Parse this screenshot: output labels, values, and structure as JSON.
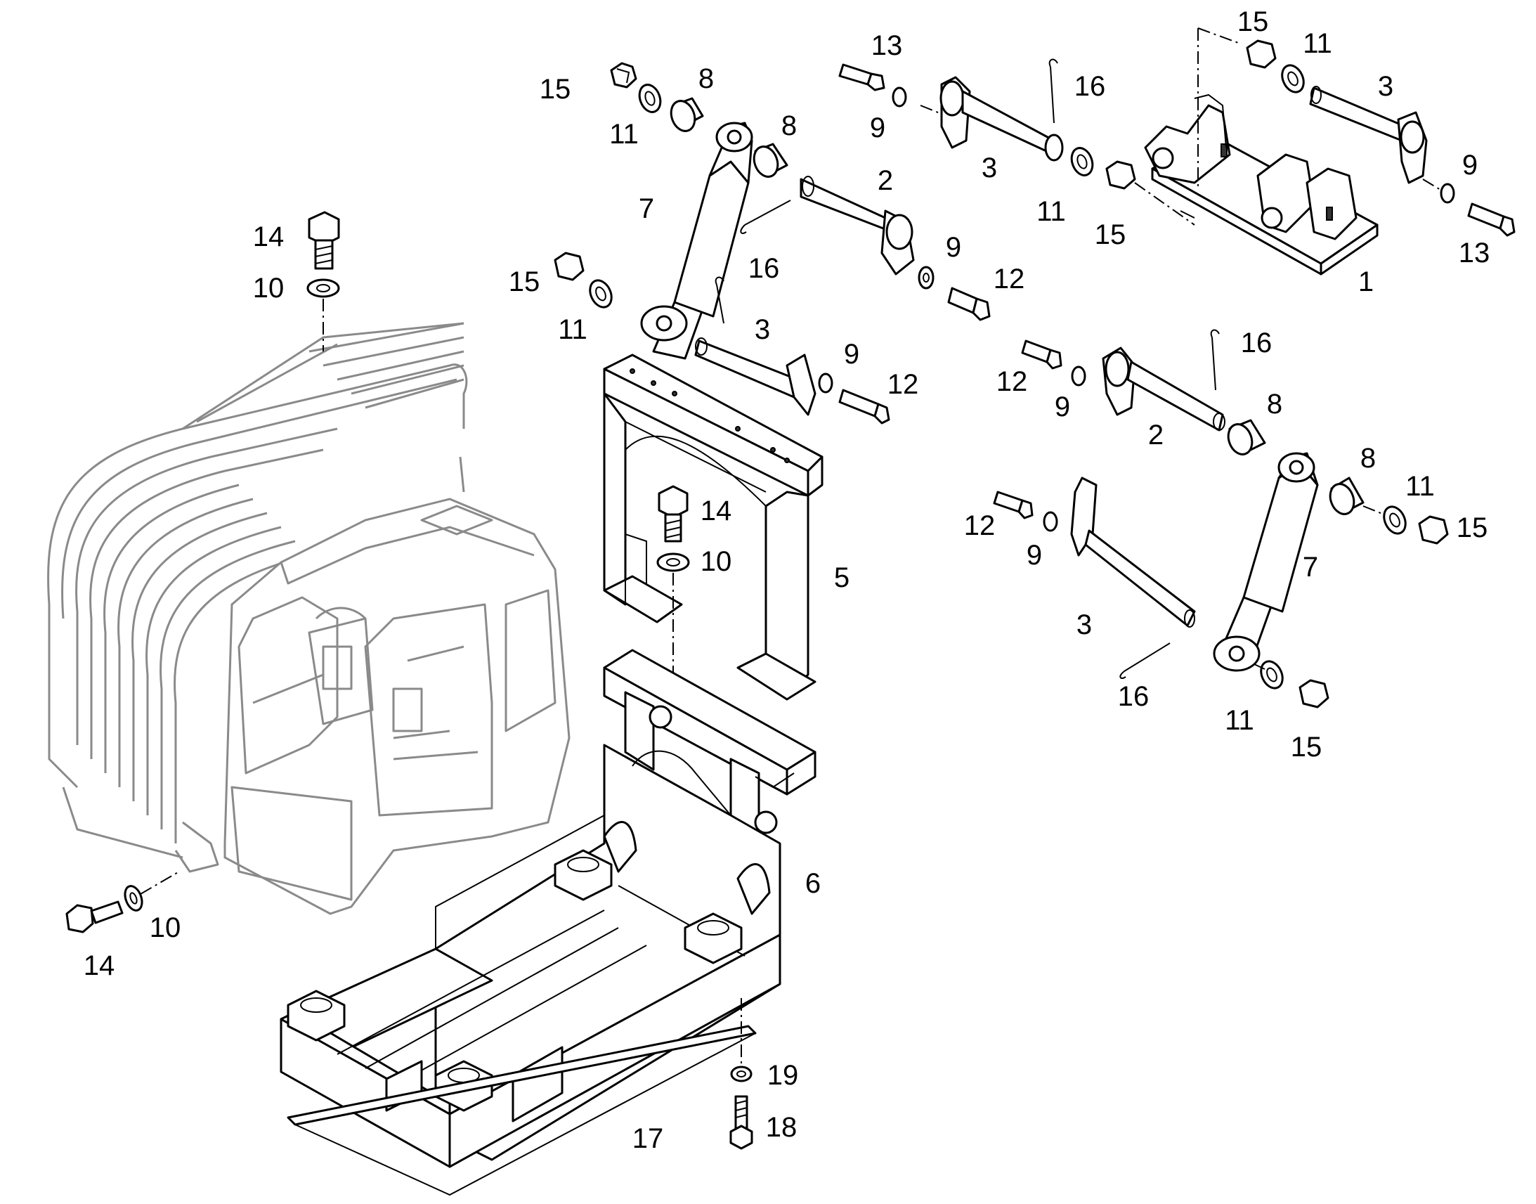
{
  "callouts": [
    {
      "id": "c1",
      "text": "15"
    },
    {
      "id": "c2",
      "text": "8"
    },
    {
      "id": "c3",
      "text": "13"
    },
    {
      "id": "c4",
      "text": "16"
    },
    {
      "id": "c5",
      "text": "15"
    },
    {
      "id": "c6",
      "text": "11"
    },
    {
      "id": "c7",
      "text": "3"
    },
    {
      "id": "c8",
      "text": "11"
    },
    {
      "id": "c9",
      "text": "8"
    },
    {
      "id": "c10",
      "text": "9"
    },
    {
      "id": "c11",
      "text": "3"
    },
    {
      "id": "c12",
      "text": "2"
    },
    {
      "id": "c13",
      "text": "9"
    },
    {
      "id": "c14",
      "text": "7"
    },
    {
      "id": "c15",
      "text": "11"
    },
    {
      "id": "c16",
      "text": "15"
    },
    {
      "id": "c17",
      "text": "13"
    },
    {
      "id": "c18",
      "text": "14"
    },
    {
      "id": "c19",
      "text": "16"
    },
    {
      "id": "c20",
      "text": "9"
    },
    {
      "id": "c21",
      "text": "1"
    },
    {
      "id": "c22",
      "text": "10"
    },
    {
      "id": "c23",
      "text": "15"
    },
    {
      "id": "c24",
      "text": "12"
    },
    {
      "id": "c25",
      "text": "11"
    },
    {
      "id": "c26",
      "text": "3"
    },
    {
      "id": "c27",
      "text": "16"
    },
    {
      "id": "c28",
      "text": "9"
    },
    {
      "id": "c29",
      "text": "12"
    },
    {
      "id": "c30",
      "text": "12"
    },
    {
      "id": "c31",
      "text": "9"
    },
    {
      "id": "c32",
      "text": "8"
    },
    {
      "id": "c33",
      "text": "2"
    },
    {
      "id": "c34",
      "text": "14"
    },
    {
      "id": "c35",
      "text": "8"
    },
    {
      "id": "c36",
      "text": "11"
    },
    {
      "id": "c37",
      "text": "10"
    },
    {
      "id": "c38",
      "text": "12"
    },
    {
      "id": "c39",
      "text": "15"
    },
    {
      "id": "c40",
      "text": "9"
    },
    {
      "id": "c41",
      "text": "5"
    },
    {
      "id": "c42",
      "text": "7"
    },
    {
      "id": "c43",
      "text": "3"
    },
    {
      "id": "c44",
      "text": "16"
    },
    {
      "id": "c45",
      "text": "11"
    },
    {
      "id": "c46",
      "text": "15"
    },
    {
      "id": "c47",
      "text": "6"
    },
    {
      "id": "c48",
      "text": "10"
    },
    {
      "id": "c49",
      "text": "14"
    },
    {
      "id": "c50",
      "text": "19"
    },
    {
      "id": "c51",
      "text": "18"
    },
    {
      "id": "c52",
      "text": "17"
    }
  ]
}
